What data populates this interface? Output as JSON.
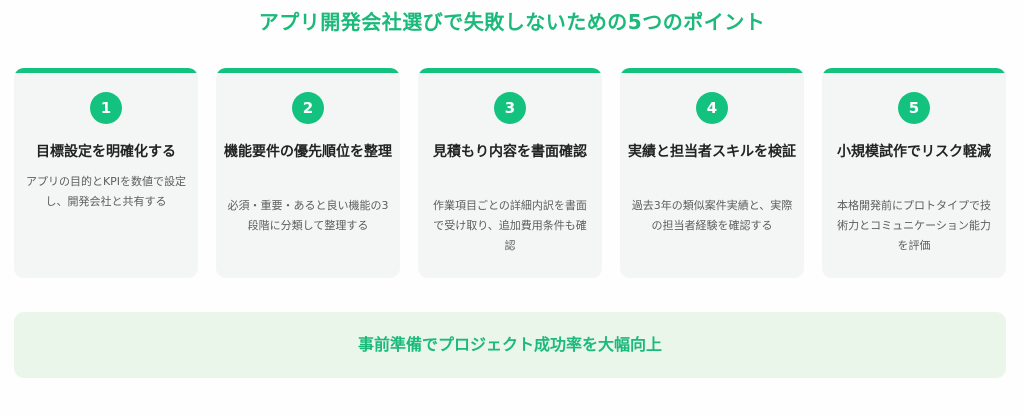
{
  "title": "アプリ開発会社選びで失敗しないための5つのポイント",
  "steps": [
    {
      "number": "1",
      "title": "目標設定を明確化する",
      "description": "アプリの目的とKPIを数値で設定し、開発会社と共有する"
    },
    {
      "number": "2",
      "title": "機能要件の優先順位を整理",
      "description": "必須・重要・あると良い機能の3段階に分類して整理する"
    },
    {
      "number": "3",
      "title": "見積もり内容を書面確認",
      "description": "作業項目ごとの詳細内訳を書面で受け取り、追加費用条件も確認"
    },
    {
      "number": "4",
      "title": "実績と担当者スキルを検証",
      "description": "過去3年の類似案件実績と、実際の担当者経験を確認する"
    },
    {
      "number": "5",
      "title": "小規模試作でリスク軽減",
      "description": "本格開発前にプロトタイプで技術力とコミュニケーション能力を評価"
    }
  ],
  "banner": "事前準備でプロジェクト成功率を大幅向上",
  "colors": {
    "accent": "#14c27f",
    "title_text": "#1bb97a",
    "card_bg": "#f3f6f5",
    "banner_bg": "#eaf6ea"
  }
}
